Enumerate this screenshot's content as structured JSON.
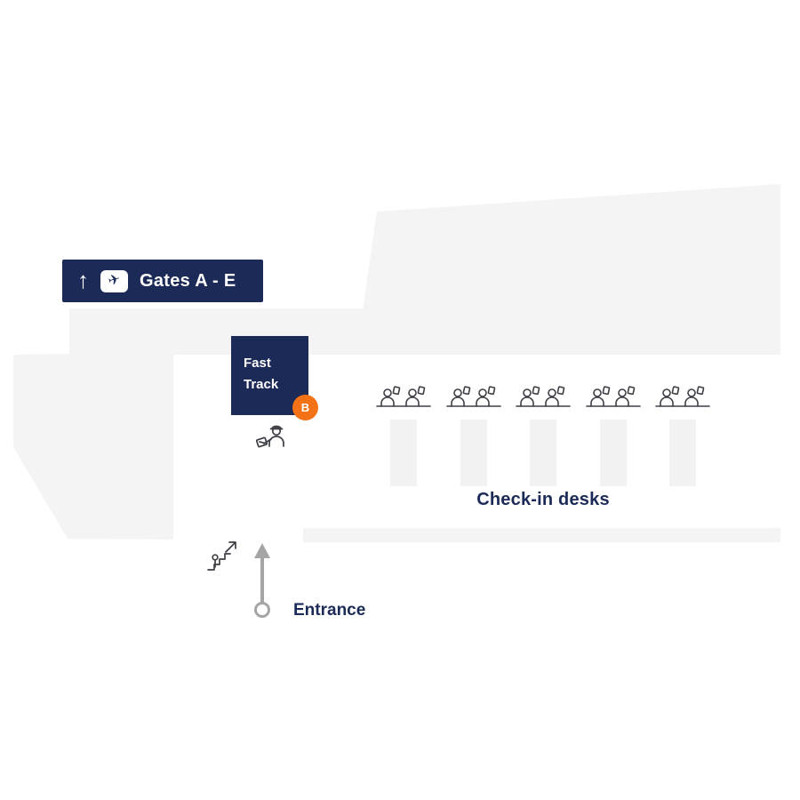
{
  "colors": {
    "navy": "#1b2a56",
    "orange": "#f47216",
    "shape_gray": "#f4f4f4",
    "desk_gray": "#f2f2f2",
    "icon_stroke": "#3d3f45",
    "arrow_gray": "#a5a5a5"
  },
  "gates_sign": {
    "label": "Gates A - E",
    "up_arrow_icon": "↑",
    "plane_icon": "✈"
  },
  "fast_track": {
    "line1": "Fast",
    "line2": "Track",
    "badge_label": "B"
  },
  "checkin": {
    "label": "Check-in desks",
    "desk_count": 5
  },
  "entrance": {
    "label": "Entrance"
  }
}
